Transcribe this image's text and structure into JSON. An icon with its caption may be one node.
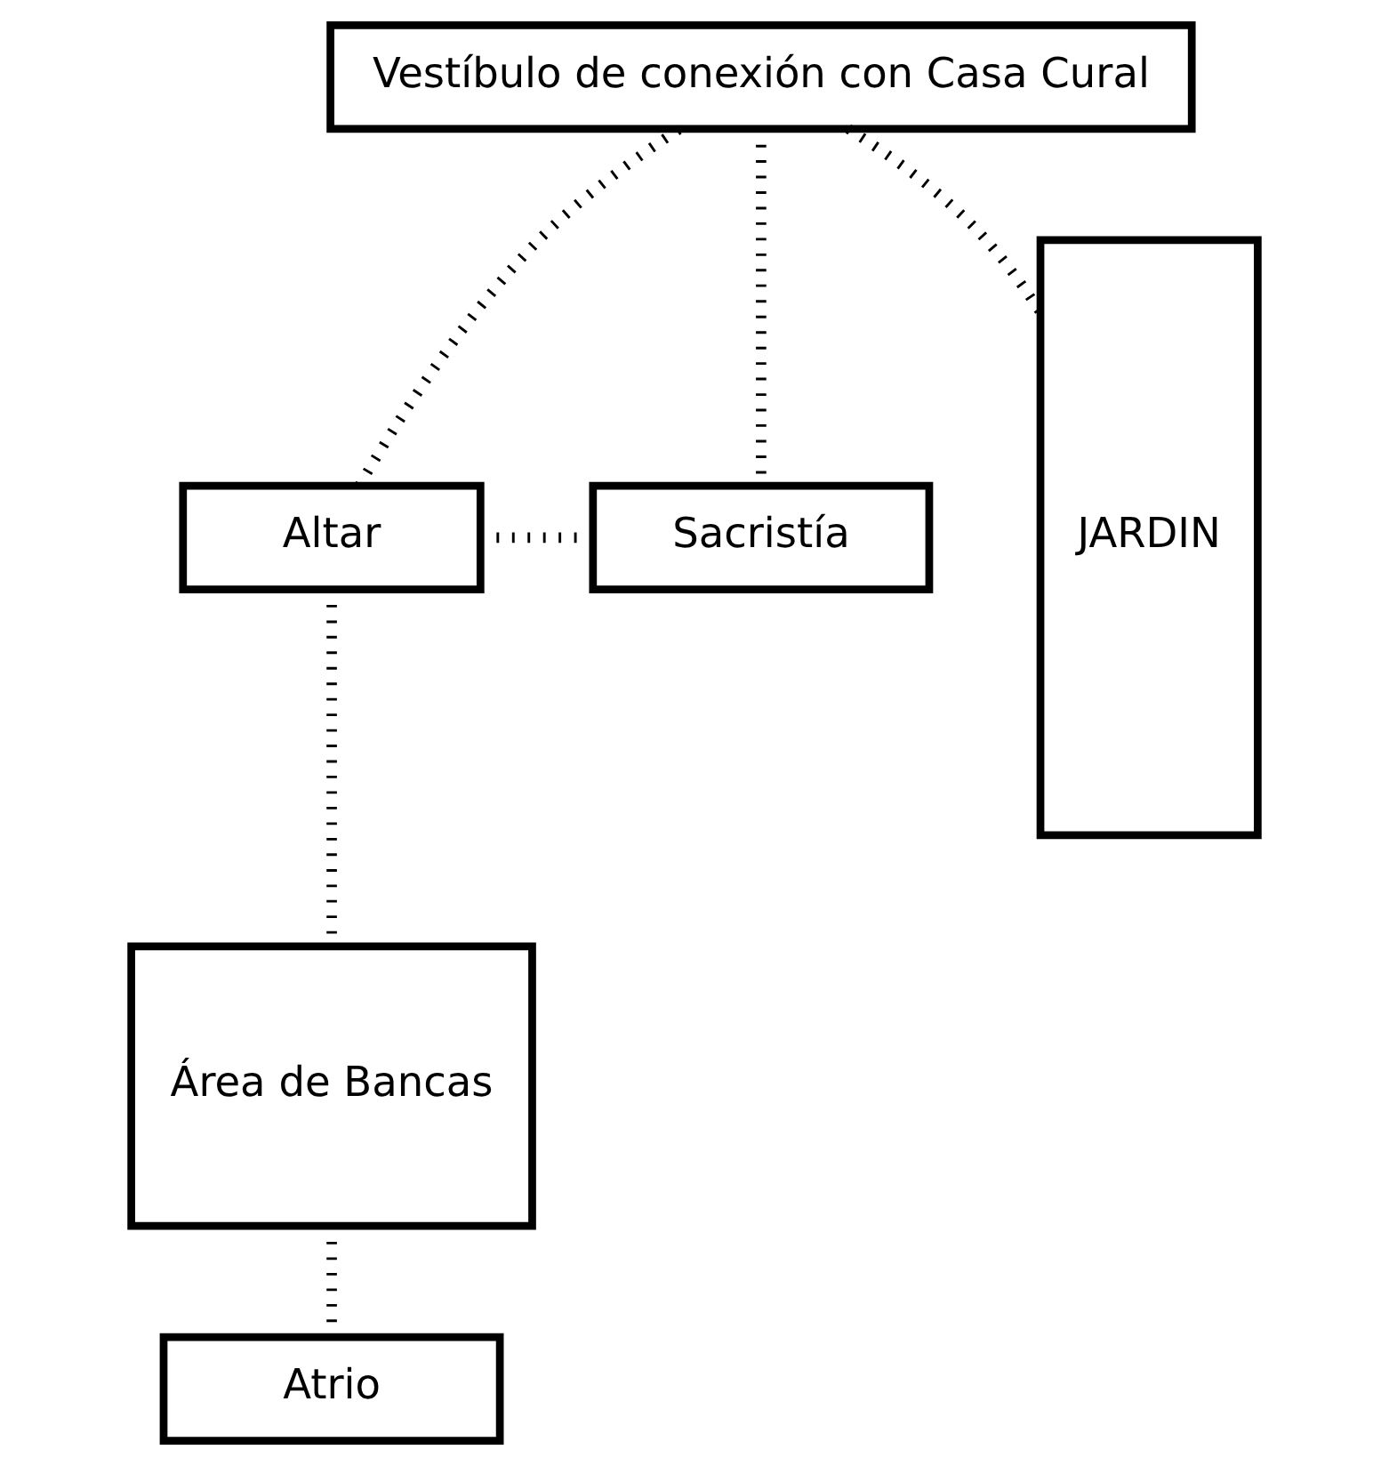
{
  "diagram": {
    "nodes": [
      {
        "text": [
          "Vestíbulo de conexión con Casa Cural"
        ]
      },
      {
        "text": [
          "Altar"
        ]
      },
      {
        "text": [
          "Sacristía"
        ]
      },
      {
        "text": [
          "JARDIN"
        ]
      },
      {
        "text": [
          "Área de Bancas"
        ]
      },
      {
        "text": [
          "Atrio"
        ]
      }
    ],
    "edges": [
      {
        "from": 0,
        "to": 3,
        "arrow": "none",
        "style": "dashed"
      },
      {
        "from": 0,
        "to": 1,
        "arrow": "none",
        "style": "dashed"
      },
      {
        "from": 0,
        "to": 2,
        "arrow": "none",
        "style": "dashed"
      },
      {
        "from": 1,
        "to": 2,
        "arrow": "none",
        "style": "dashed"
      },
      {
        "from": 1,
        "to": 4,
        "arrow": "none",
        "style": "dashed"
      },
      {
        "from": 4,
        "to": 5,
        "arrow": "none",
        "style": "dashed"
      }
    ]
  }
}
